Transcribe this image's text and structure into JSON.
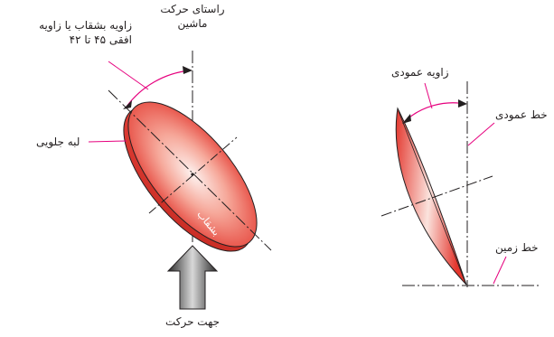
{
  "labels": {
    "machine_direction_line1": "راستای حرکت",
    "machine_direction_line2": "ماشین",
    "disk_angle_line1": "زاویه بشقاب یا زاویه",
    "disk_angle_line2": "افقی ۴۵ تا ۴۲",
    "front_edge": "لبه جلویی",
    "disk": "بشقاب",
    "travel_direction": "جهت حرکت",
    "vertical_angle": "زاویه عمودی",
    "vertical_line": "خط عمودی",
    "ground_line": "خط زمین"
  },
  "colors": {
    "disk_red": "#e8453c",
    "disk_light": "#fbe7e2",
    "leader_magenta": "#e6007e",
    "line_dark": "#231f20",
    "arrow_dark": "#3a3a3a"
  }
}
